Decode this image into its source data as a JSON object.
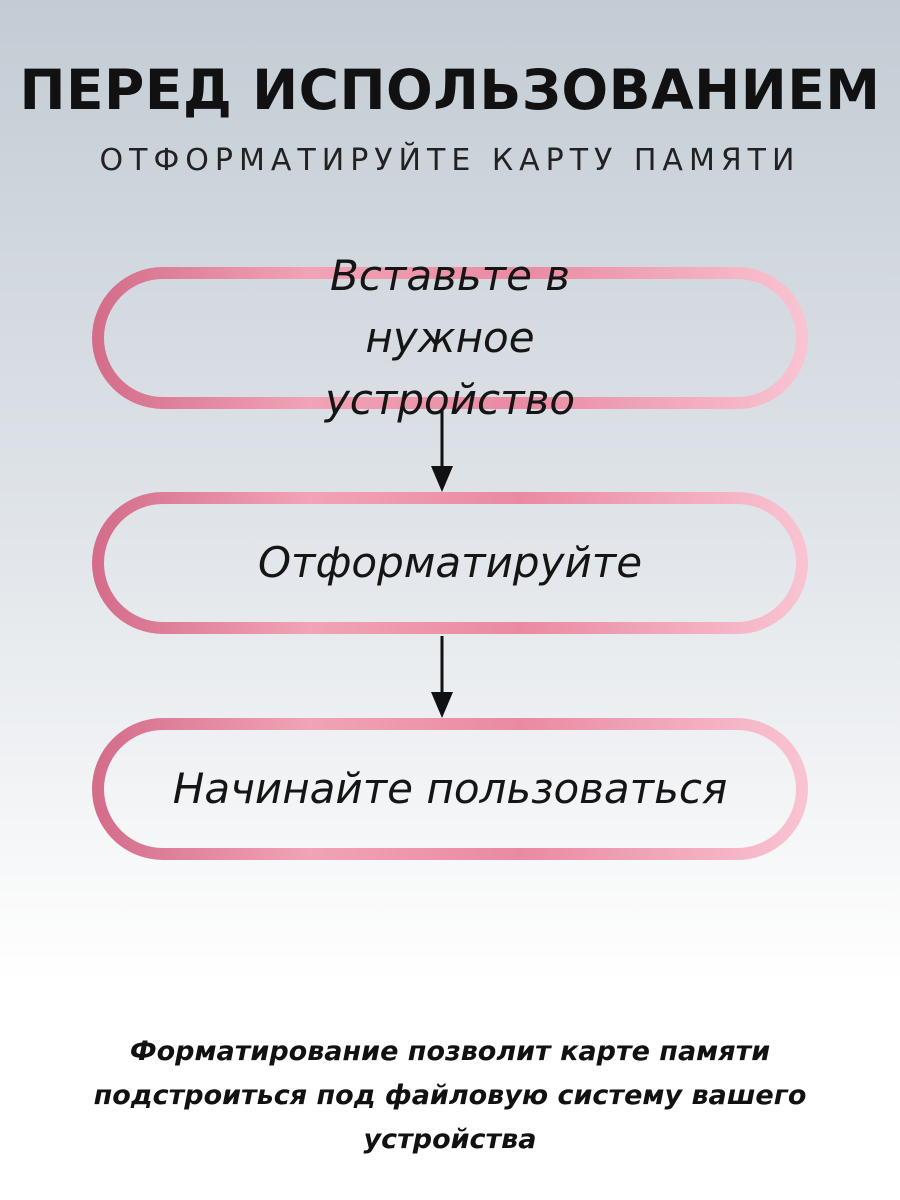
{
  "header": {
    "title": "ПЕРЕД ИСПОЛЬЗОВАНИЕМ",
    "subtitle": "ОТФОРМАТИРУЙТЕ КАРТУ ПАМЯТИ"
  },
  "steps": [
    {
      "label": "Вставьте в нужное устройство"
    },
    {
      "label": "Отформатируйте"
    },
    {
      "label": "Начинайте пользоваться"
    }
  ],
  "footer": {
    "note": "Форматирование позволит карте памяти подстроиться под файловую систему вашего устройства"
  },
  "colors": {
    "pill_border_dark": "#d9728f",
    "pill_border_light": "#f6b9c9",
    "arrow": "#111111"
  }
}
